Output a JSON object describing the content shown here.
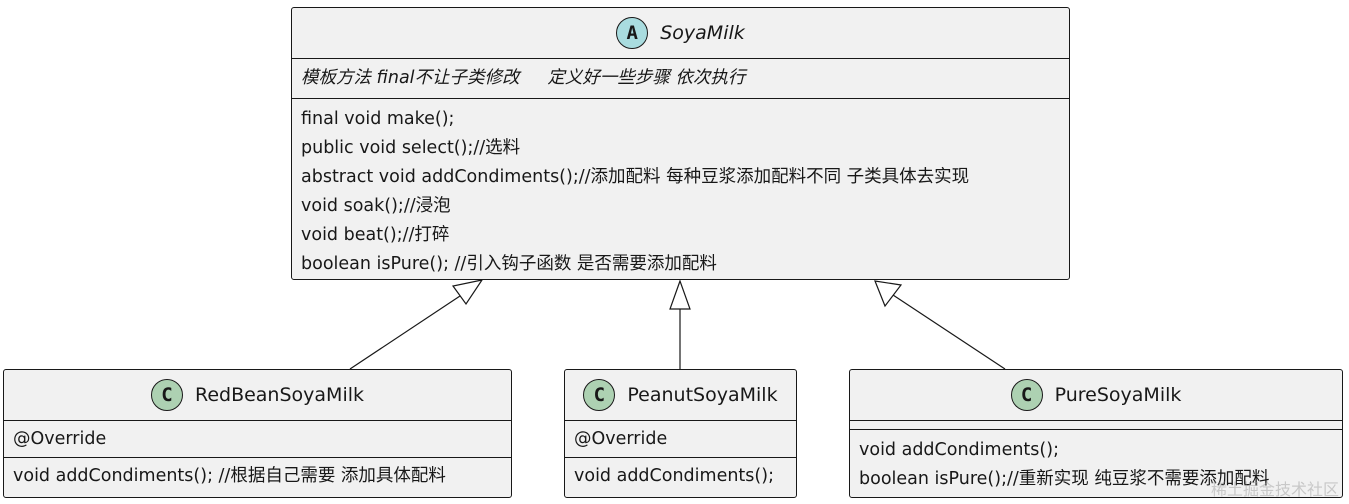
{
  "abstract_class": {
    "stereotype": "A",
    "name": "SoyaMilk",
    "note": "模板方法 final不让子类修改     定义好一些步骤 依次执行",
    "methods": [
      "final void make();",
      "public void select();//选料",
      "abstract void addCondiments();//添加配料 每种豆浆添加配料不同 子类具体去实现",
      "void soak();//浸泡",
      "void beat();//打碎",
      "boolean isPure(); //引入钩子函数 是否需要添加配料"
    ]
  },
  "subclasses": [
    {
      "stereotype": "C",
      "name": "RedBeanSoyaMilk",
      "annotation": "@Override",
      "methods": [
        "void addCondiments(); //根据自己需要 添加具体配料"
      ]
    },
    {
      "stereotype": "C",
      "name": "PeanutSoyaMilk",
      "annotation": "@Override",
      "methods": [
        "void addCondiments();"
      ]
    },
    {
      "stereotype": "C",
      "name": "PureSoyaMilk",
      "annotation": "",
      "methods": [
        "void addCondiments();",
        "boolean isPure();//重新实现 纯豆浆不需要添加配料"
      ]
    }
  ],
  "relations": [
    {
      "from": "RedBeanSoyaMilk",
      "to": "SoyaMilk",
      "type": "inheritance"
    },
    {
      "from": "PeanutSoyaMilk",
      "to": "SoyaMilk",
      "type": "inheritance"
    },
    {
      "from": "PureSoyaMilk",
      "to": "SoyaMilk",
      "type": "inheritance"
    }
  ],
  "colors": {
    "abstract_badge": "#a9dcdf",
    "class_badge": "#add1b2",
    "box_fill": "#f1f1f1",
    "border": "#181818"
  },
  "watermark": "稀土掘金技术社区"
}
